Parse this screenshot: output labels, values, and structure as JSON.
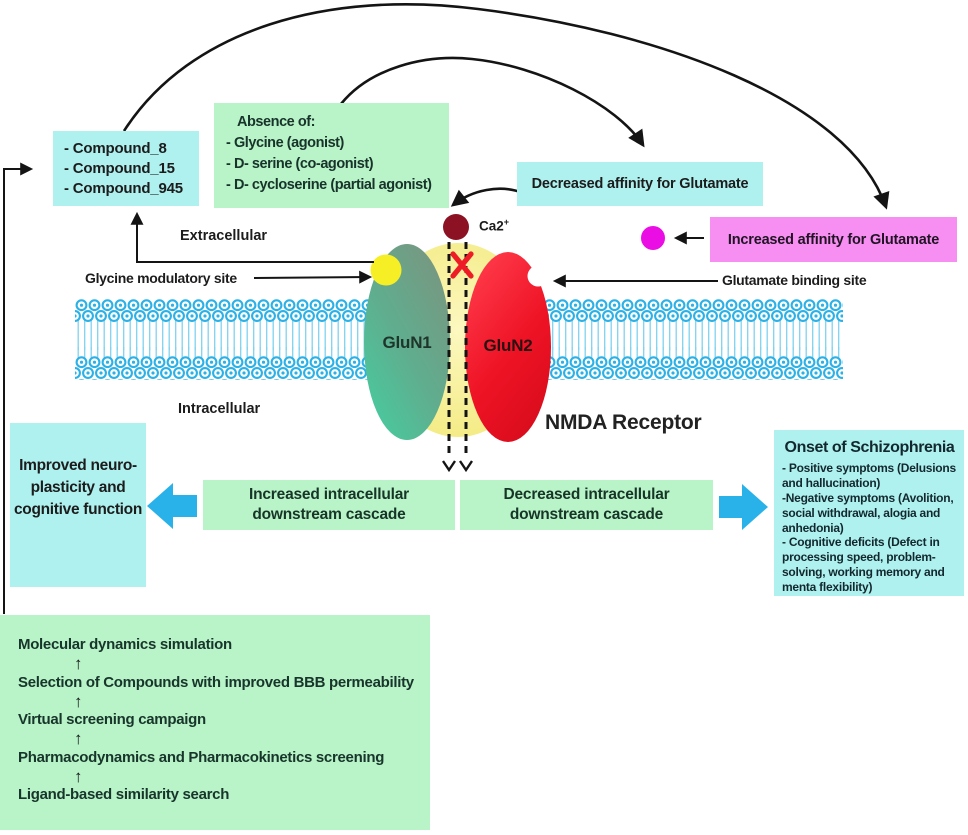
{
  "colors": {
    "cyan_box": "#aff1ef",
    "green_box": "#b9f3c8",
    "pink_box": "#f78ef2",
    "magenta_dot": "#ea0de4",
    "blue_block_arrow": "#29b2e9",
    "membrane_cyan": "#2cb1e7",
    "glun1_teal": "#49c89d",
    "glun2_red": "#ee1325",
    "channel_yellow": "#f3e97c",
    "glycine_site_yellow": "#f6ef25",
    "calcium_maroon": "#8c1123",
    "red_x": "#ee1c24",
    "line_black": "#141414"
  },
  "boxes": {
    "compounds": {
      "lines": [
        "- Compound_8",
        "- Compound_15",
        "- Compound_945"
      ]
    },
    "absence": {
      "title": "Absence of:",
      "lines": [
        "- Glycine (agonist)",
        "- D- serine (co-agonist)",
        "- D- cycloserine (partial agonist)"
      ]
    },
    "decreased_affinity": {
      "label": "Decreased affinity for Glutamate"
    },
    "increased_affinity": {
      "label": "Increased affinity for Glutamate"
    },
    "improved_outcome": {
      "lines": [
        "Improved neuro-",
        "plasticity and",
        "cognitive function"
      ]
    },
    "increased_cascade": {
      "label": "Increased intracellular downstream cascade"
    },
    "decreased_cascade": {
      "label": "Decreased intracellular downstream cascade"
    },
    "onset": {
      "title": "Onset of Schizophrenia",
      "lines": [
        "- Positive symptoms (Delusions and hallucination)",
        "-Negative symptoms (Avolition, social withdrawal, alogia and anhedonia)",
        "- Cognitive deficits (Defect in processing speed, problem-solving, working memory and menta flexibility)"
      ]
    },
    "pipeline": {
      "steps": [
        "Molecular dynamics simulation",
        "Selection of Compounds with improved BBB permeability",
        "Virtual screening campaign",
        "Pharmacodynamics and Pharmacokinetics screening",
        "Ligand-based similarity search"
      ]
    }
  },
  "labels": {
    "extracellular": "Extracellular",
    "intracellular": "Intracellular",
    "glycine_site": "Glycine modulatory site",
    "glutamate_site": "Glutamate binding site",
    "calcium_base": "Ca2",
    "calcium_sup": "+",
    "glun1": "GluN1",
    "glun2": "GluN2",
    "nmda_receptor": "NMDA Receptor",
    "up_arrow": "↑"
  }
}
